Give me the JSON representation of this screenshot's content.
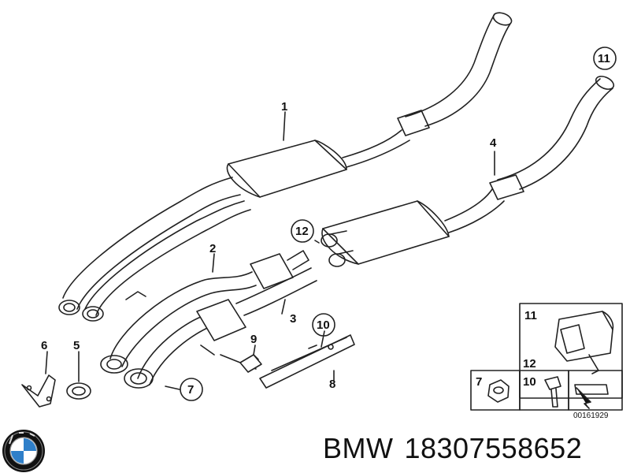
{
  "callouts": {
    "c1": "1",
    "c2": "2",
    "c3": "3",
    "c4": "4",
    "c5": "5",
    "c6": "6",
    "c7": "7",
    "c8": "8",
    "c9": "9",
    "c10": "10",
    "c11": "11",
    "c12": "12"
  },
  "inset": {
    "label_11": "11",
    "label_12": "12",
    "label_7": "7",
    "label_10": "10",
    "ref_number": "00161929"
  },
  "caption": {
    "brand": "BMW",
    "part_number": "18307558652"
  },
  "colors": {
    "line": "#222222",
    "fill": "#ffffff",
    "logo_blue": "#2f7fc9"
  }
}
